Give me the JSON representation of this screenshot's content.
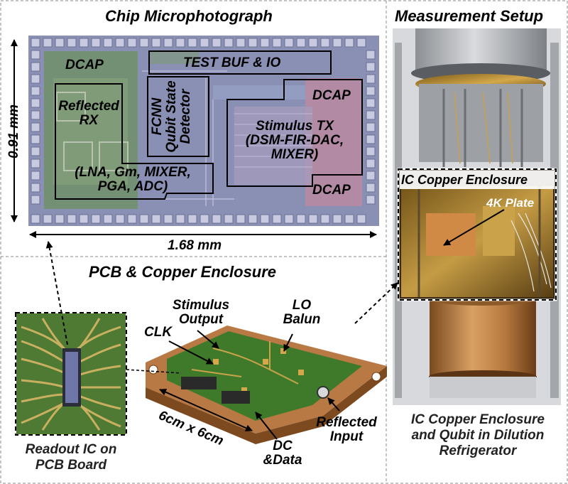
{
  "sections": {
    "chip_title": "Chip Microphotograph",
    "measurement_title": "Measurement Setup",
    "pcb_title": "PCB & Copper Enclosure"
  },
  "chip": {
    "width_dim": "1.68 mm",
    "height_dim": "0.91 mm",
    "blocks": {
      "dcap_tl": "DCAP",
      "test_buf": "TEST BUF & IO",
      "reflected_rx_1": "Reflected",
      "reflected_rx_2": "RX",
      "rx_chain_1": "(LNA, Gm, MIXER,",
      "rx_chain_2": "PGA, ADC)",
      "fcnn_1": "FCNN",
      "fcnn_2": "Qubit State",
      "fcnn_3": "Detector",
      "dcap_tr": "DCAP",
      "stimulus_tx_1": "Stimulus TX",
      "stimulus_tx_2": "(DSM-FIR-DAC,",
      "stimulus_tx_3": "MIXER)",
      "dcap_br": "DCAP"
    }
  },
  "measurement": {
    "enclosure_label": "IC Copper Enclosure",
    "plate_label": "4K Plate",
    "caption_1": "IC Copper Enclosure",
    "caption_2": "and Qubit in Dilution",
    "caption_3": "Refrigerator"
  },
  "pcb": {
    "clk": "CLK",
    "stimulus_output_1": "Stimulus",
    "stimulus_output_2": "Output",
    "lo_balun_1": "LO",
    "lo_balun_2": "Balun",
    "size": "6cm x 6cm",
    "dc_data_1": "DC",
    "dc_data_2": "&Data",
    "reflected_input_1": "Reflected",
    "reflected_input_2": "Input",
    "readout_caption_1": "Readout IC on",
    "readout_caption_2": "PCB Board"
  },
  "colors": {
    "chip_bg": "#8a8fb4",
    "chip_green": "#6f8f68",
    "chip_pink": "#b88aa0",
    "pad": "#c8cae0",
    "pcb_green": "#3f7a2a",
    "copper": "#c98a55",
    "gold": "#c9a24a",
    "cryo_silver": "#b9bcc0"
  }
}
